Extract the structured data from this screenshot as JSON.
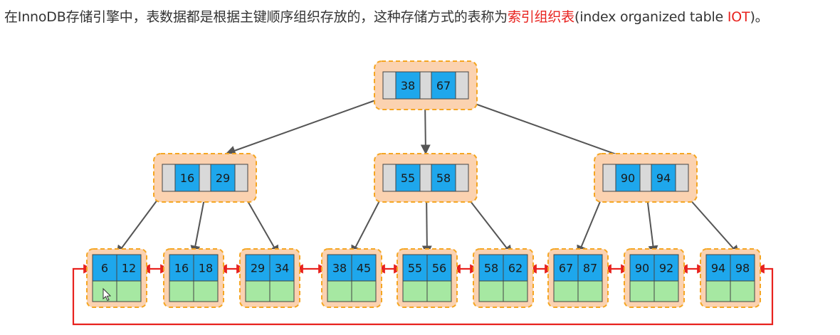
{
  "caption": {
    "before": "在InnoDB存储引擎中，表数据都是根据主键顺序组织存放的，这种存储方式的表称为",
    "term": "索引组织表",
    "mid": "(index organized table ",
    "abbr": "IOT",
    "after": ")。"
  },
  "colors": {
    "node_bg": "#fbd2b0",
    "node_border": "#f5a623",
    "key_fill": "#1ea7ec",
    "pointer_fill": "#d9d9d9",
    "row_fill": "#a6e8a2",
    "tree_arrow": "#555555",
    "leaf_link": "#e8221e",
    "highlight_text": "#e8221e"
  },
  "tree": {
    "root": {
      "keys": [
        "38",
        "67"
      ]
    },
    "internal": [
      {
        "keys": [
          "16",
          "29"
        ]
      },
      {
        "keys": [
          "55",
          "58"
        ]
      },
      {
        "keys": [
          "90",
          "94"
        ]
      }
    ],
    "leaves": [
      {
        "keys": [
          "6",
          "12"
        ]
      },
      {
        "keys": [
          "16",
          "18"
        ]
      },
      {
        "keys": [
          "29",
          "34"
        ]
      },
      {
        "keys": [
          "38",
          "45"
        ]
      },
      {
        "keys": [
          "55",
          "56"
        ]
      },
      {
        "keys": [
          "58",
          "62"
        ]
      },
      {
        "keys": [
          "67",
          "87"
        ]
      },
      {
        "keys": [
          "90",
          "92"
        ]
      },
      {
        "keys": [
          "94",
          "98"
        ]
      }
    ]
  }
}
